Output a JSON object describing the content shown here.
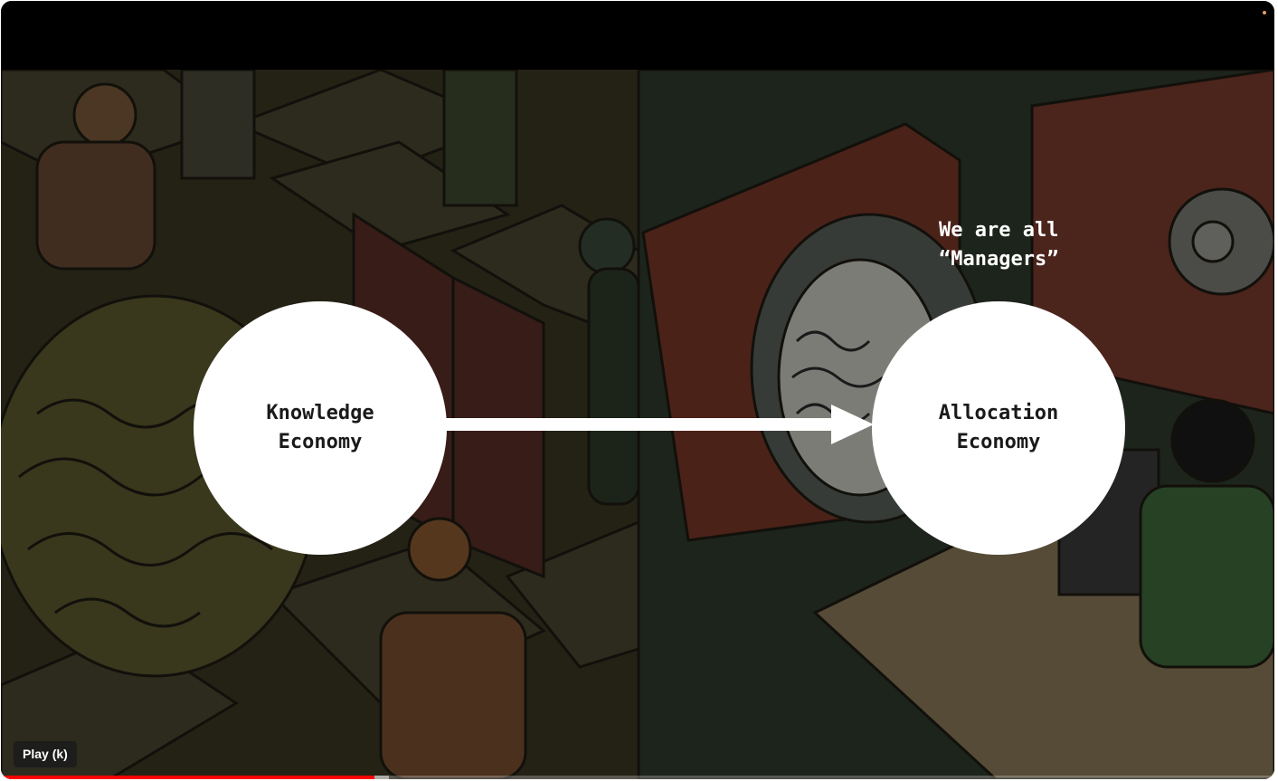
{
  "slide": {
    "left_circle_label": "Knowledge\nEconomy",
    "right_circle_label": "Allocation\nEconomy",
    "caption": "We are all\n“Managers”"
  },
  "controls": {
    "play_tooltip": "Play (k)",
    "progress_fraction": 0.293,
    "buffered_fraction": 0.305,
    "progress_color": "#ff0000"
  },
  "colors": {
    "circle_fill": "#ffffff",
    "arrow": "#ffffff",
    "background": "#000000"
  }
}
